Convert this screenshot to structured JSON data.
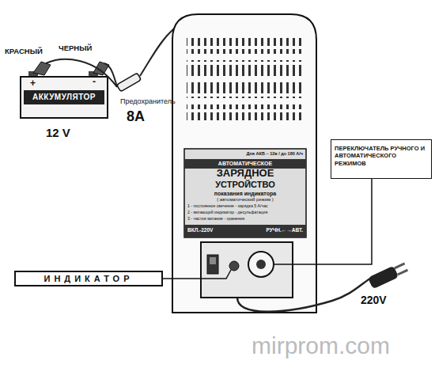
{
  "diagram": {
    "nodes": [
      {
        "text": [
          "АККУМУЛЯТОР"
        ]
      },
      {
        "text": [
          "Для АКБ ~ 12в / до 180 А/ч",
          "АВТОМАТИЧЕСКОЕ",
          "ЗАРЯДНОЕ",
          "УСТРОЙСТВО",
          "показания индикатора",
          "( автоматический режим )",
          "1 - постоянное свечение - зарядка 5 А/час",
          "2 - мигающий индикатор - десульфатация",
          "3 - частое мигание - хранение",
          "ВКЛ.-220V",
          "РУЧН.←→АВТ."
        ]
      },
      {
        "text": [
          "ИНДИКАТОР"
        ]
      },
      {
        "text": [
          "ПЕРЕКЛЮЧАТЕЛЬ РУЧНОГО И АВТОМАТИЧЕСКОГО РЕЖИМОВ"
        ]
      }
    ],
    "labels": [
      "КРАСНЫЙ",
      "ЧЕРНЫЙ",
      "+",
      "-",
      "12 V",
      "Предохранитель",
      "8A",
      "220V",
      "mirprom.com"
    ]
  }
}
